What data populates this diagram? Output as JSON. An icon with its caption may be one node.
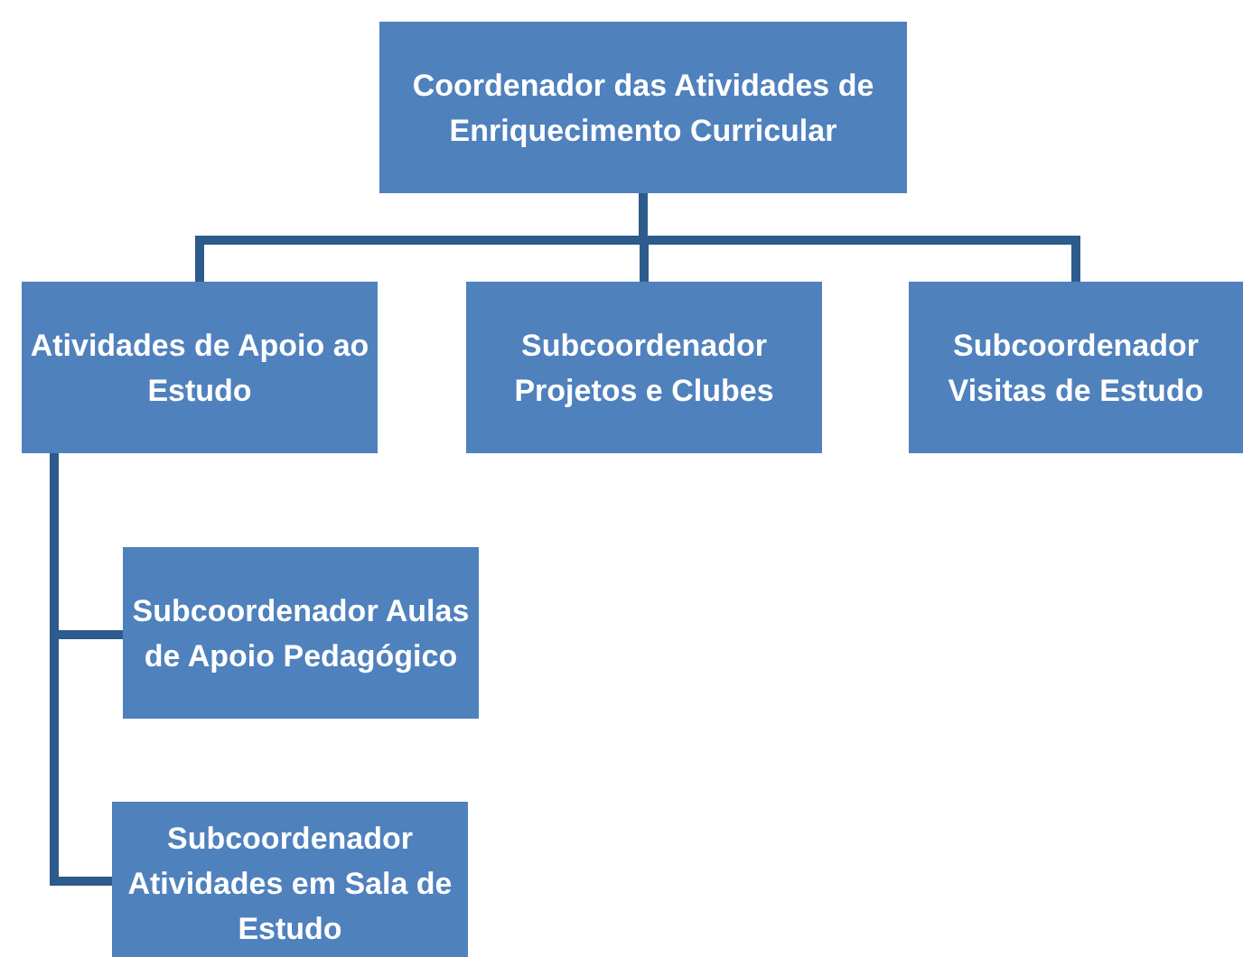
{
  "diagram": {
    "nodes": [
      {
        "text": [
          "Coordenador das Atividades de Enriquecimento Curricular"
        ]
      },
      {
        "text": [
          "Atividades de Apoio ao Estudo"
        ]
      },
      {
        "text": [
          "Subcoordenador Projetos e Clubes"
        ]
      },
      {
        "text": [
          "Subcoordenador Visitas de Estudo"
        ]
      },
      {
        "text": [
          "Subcoordenador Aulas de Apoio Pedagógico"
        ]
      },
      {
        "text": [
          "Subcoordenador Atividades em Sala de Estudo"
        ]
      }
    ],
    "edges": [
      {
        "from": 0,
        "to": 1,
        "arrow": "none"
      },
      {
        "from": 0,
        "to": 2,
        "arrow": "none"
      },
      {
        "from": 0,
        "to": 3,
        "arrow": "none"
      },
      {
        "from": 1,
        "to": 4,
        "arrow": "none"
      },
      {
        "from": 1,
        "to": 5,
        "arrow": "none"
      }
    ]
  }
}
